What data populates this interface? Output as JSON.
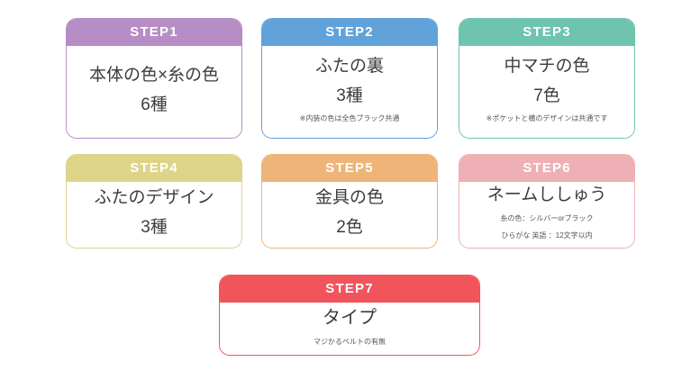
{
  "page": {
    "background": "#ffffff",
    "body_text_color": "#3d3d3d",
    "note_text_color": "#555555",
    "header_text_color": "#ffffff"
  },
  "steps": [
    {
      "id": "step1",
      "header": "STEP1",
      "color": "#b78dc5",
      "title": "本体の色×糸の色",
      "count": "6種",
      "notes": []
    },
    {
      "id": "step2",
      "header": "STEP2",
      "color": "#62a2db",
      "title": "ふたの裏",
      "count": "3種",
      "notes": [
        "※内装の色は全色ブラック共通"
      ]
    },
    {
      "id": "step3",
      "header": "STEP3",
      "color": "#6ec4ae",
      "title": "中マチの色",
      "count": "7色",
      "notes": [
        "※ポケットと横のデザインは共通です"
      ]
    },
    {
      "id": "step4",
      "header": "STEP4",
      "color": "#ddd488",
      "title": "ふたのデザイン",
      "count": "3種",
      "notes": []
    },
    {
      "id": "step5",
      "header": "STEP5",
      "color": "#eeb478",
      "title": "金具の色",
      "count": "2色",
      "notes": []
    },
    {
      "id": "step6",
      "header": "STEP6",
      "color": "#eeb0b4",
      "title": "ネームししゅう",
      "count": "",
      "notes": [
        "糸の色：シルバーorブラック",
        "ひらがな 英語 ：12文字以内"
      ]
    },
    {
      "id": "step7",
      "header": "STEP7",
      "color": "#f2545b",
      "title": "タイプ",
      "count": "",
      "notes": [
        "マジかるベルトの有無"
      ]
    }
  ]
}
